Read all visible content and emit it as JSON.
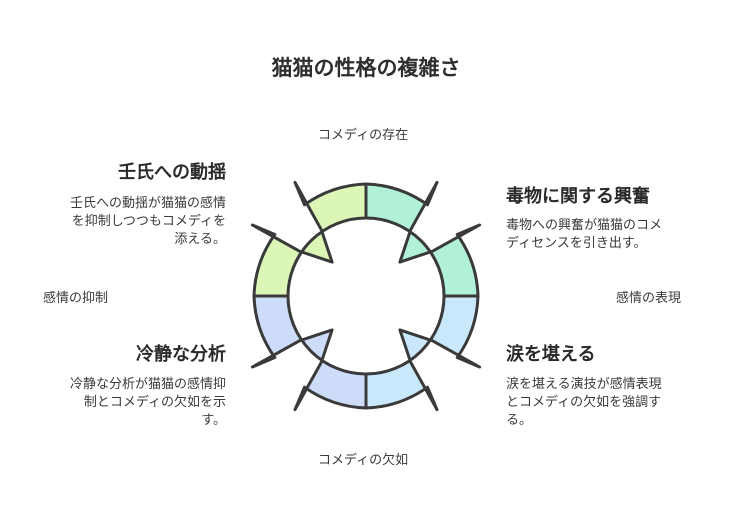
{
  "title": "猫猫の性格の複雑さ",
  "axes": {
    "top": "コメディの存在",
    "bottom": "コメディの欠如",
    "left": "感情の抑制",
    "right": "感情の表現"
  },
  "quadrants": {
    "top_left": {
      "title": "壬氏への動揺",
      "description": [
        "壬氏への動揺が猫猫の感情",
        "を抑制しつつもコメディを",
        "添える。"
      ],
      "color": "#d8f5b0"
    },
    "top_right": {
      "title": "毒物に関する興奮",
      "description": [
        "毒物への興奮が猫猫のコメ",
        "ディセンスを引き出す。"
      ],
      "color": "#a8f0d4"
    },
    "bottom_left": {
      "title": "冷静な分析",
      "description": [
        "冷静な分析が猫猫の感情抑",
        "制とコメディの欠如を示",
        "す。"
      ],
      "color": "#c8d8f8"
    },
    "bottom_right": {
      "title": "涙を堪える",
      "description": [
        "涙を堪える演技が感情表現",
        "とコメディの欠如を強調す",
        "る。"
      ],
      "color": "#c4e6fb"
    }
  },
  "colors": {
    "outline": "#3a3a3a"
  }
}
